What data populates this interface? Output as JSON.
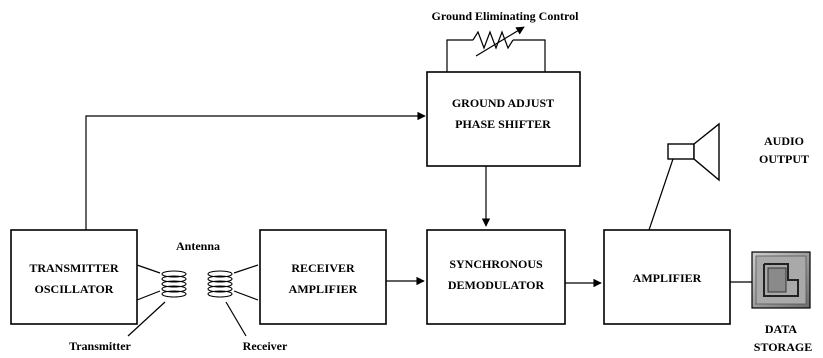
{
  "diagram": {
    "title": "Ground Eliminating Control",
    "blocks": {
      "ground_adjust": {
        "line1": "GROUND ADJUST",
        "line2": "PHASE SHIFTER"
      },
      "transmitter_oscillator": {
        "line1": "TRANSMITTER",
        "line2": "OSCILLATOR"
      },
      "receiver_amplifier": {
        "line1": "RECEIVER",
        "line2": "AMPLIFIER"
      },
      "synchronous_demodulator": {
        "line1": "SYNCHRONOUS",
        "line2": "DEMODULATOR"
      },
      "amplifier": {
        "line1": "AMPLIFIER"
      }
    },
    "labels": {
      "antenna": "Antenna",
      "transmitter": "Transmitter",
      "receiver": "Receiver",
      "audio_output_line1": "AUDIO",
      "audio_output_line2": "OUTPUT",
      "data_storage_line1": "DATA",
      "data_storage_line2": "STORAGE"
    }
  }
}
